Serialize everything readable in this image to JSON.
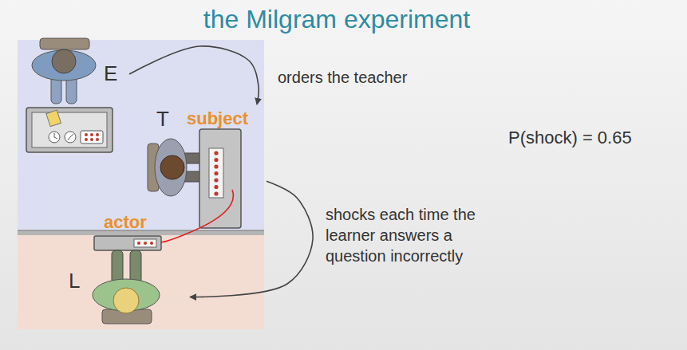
{
  "diagram": {
    "title": "the Milgram experiment",
    "nodes": [
      {
        "text": [
          "E"
        ]
      },
      {
        "text": [
          "T",
          "subject"
        ]
      },
      {
        "text": [
          "L",
          "actor"
        ]
      }
    ],
    "edges": [
      {
        "from": 0,
        "to": 1,
        "arrow": "to",
        "label": "orders the teacher"
      },
      {
        "from": 1,
        "to": 2,
        "arrow": "to",
        "label": "shocks each time the learner answers a question incorrectly"
      }
    ],
    "labels": [
      "P(shock) = 0.65"
    ]
  }
}
